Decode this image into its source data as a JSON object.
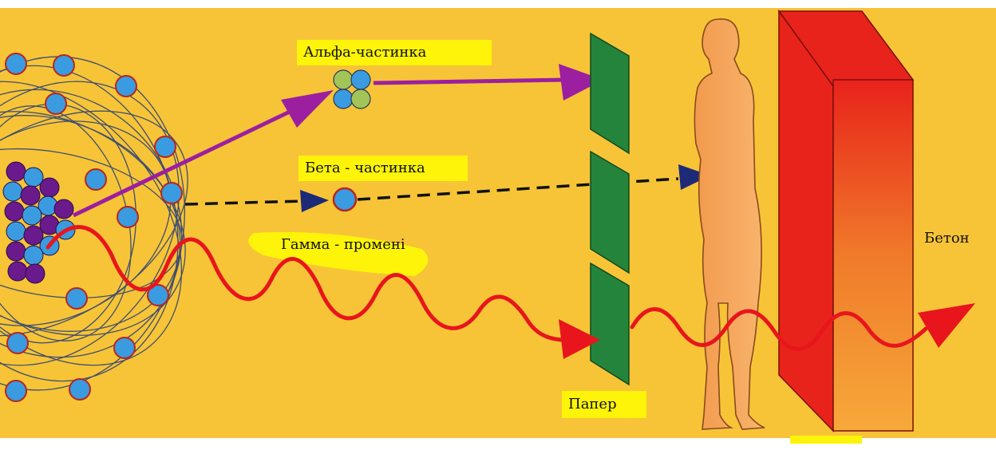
{
  "labels": {
    "alpha": "Альфа-частинка",
    "beta": "Бета - частинка",
    "gamma": "Гамма - промені",
    "paper": "Папер",
    "concrete": "Бетон"
  },
  "colors": {
    "background": "#f7c437",
    "highlight": "#fdf40a",
    "alpha_ray": "#9c1fa0",
    "beta_ray": "#1c2a78",
    "gamma_ray": "#e8151d",
    "paper_sheet": "#24843b",
    "concrete_front": "#e8231b",
    "concrete_side": "#f07a2a",
    "nucleon_blue": "#3a9be0",
    "nucleon_purple": "#6a1a8c",
    "human": "#f5a55a"
  }
}
